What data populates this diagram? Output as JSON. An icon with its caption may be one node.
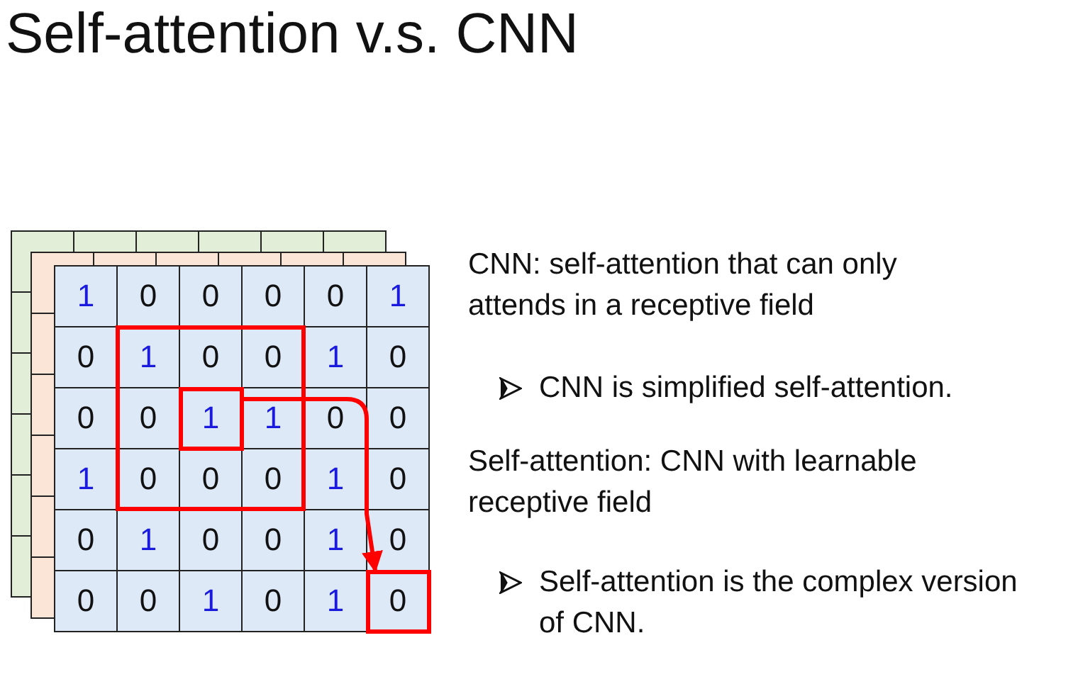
{
  "diagram": {
    "title": "Self-attention v.s. CNN",
    "nodes": [
      {
        "text": [],
        "shape": "box"
      },
      {
        "text": [],
        "shape": "box"
      }
    ],
    "edges": [
      {
        "from": 0,
        "to": 1,
        "arrow": "to"
      }
    ],
    "labels": [
      "1",
      "0",
      "0",
      "0",
      "0",
      "1",
      "0",
      "1",
      "0",
      "0",
      "1",
      "0",
      "0",
      "0",
      "1",
      "1",
      "0",
      "0",
      "1",
      "0",
      "0",
      "0",
      "1",
      "0",
      "0",
      "1",
      "0",
      "0",
      "1",
      "0",
      "0",
      "0",
      "1",
      "0",
      "1",
      "0",
      "CNN: self-attention that can only attends in a receptive field",
      "CNN is simplified self-attention.",
      "Self-attention: CNN with learnable receptive field",
      "Self-attention is the complex version of CNN."
    ]
  }
}
